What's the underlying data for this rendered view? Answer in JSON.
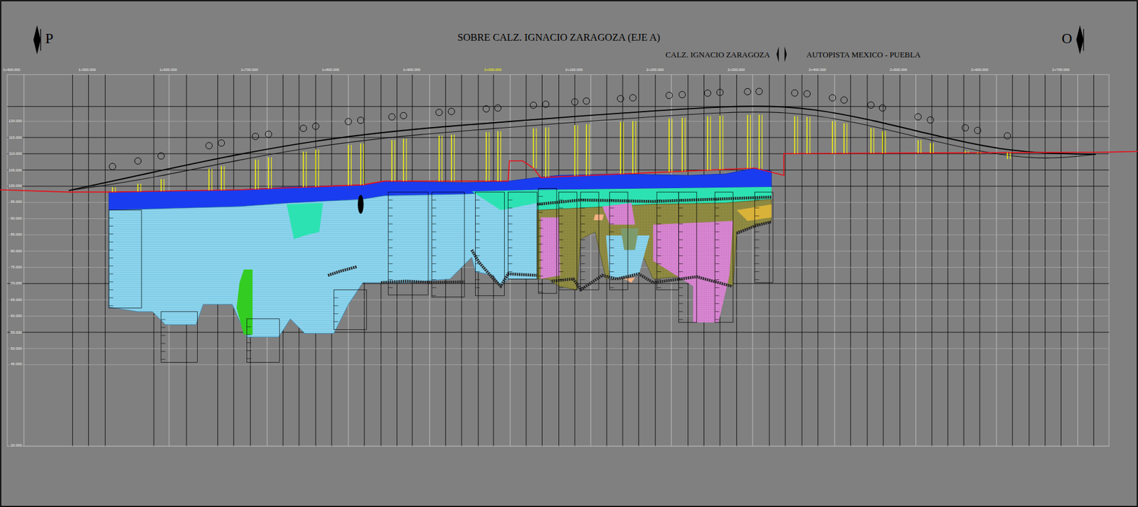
{
  "diagram": {
    "title": "SOBRE CALZ. IGNACIO ZARAGOZA (EJE A)",
    "labels": [
      "P",
      "O",
      "CALZ. IGNACIO ZARAGOZA",
      "AUTOPISTA MEXICO - PUEBLA",
      "1+400.000",
      "1+500.000",
      "1+600.000",
      "1+700.000",
      "1+800.000",
      "1+900.000",
      "2+000.000",
      "2+100.000",
      "2+200.000",
      "2+300.000",
      "2+400.000",
      "2+500.000",
      "2+600.000",
      "2+700.000",
      "120.000",
      "115.000",
      "110.000",
      "105.000",
      "100.000",
      "95.000",
      "90.000",
      "85.000",
      "80.000",
      "75.000",
      "70.000",
      "65.000",
      "60.000",
      "55.000",
      "50.000",
      "45.000",
      "20.000"
    ]
  }
}
